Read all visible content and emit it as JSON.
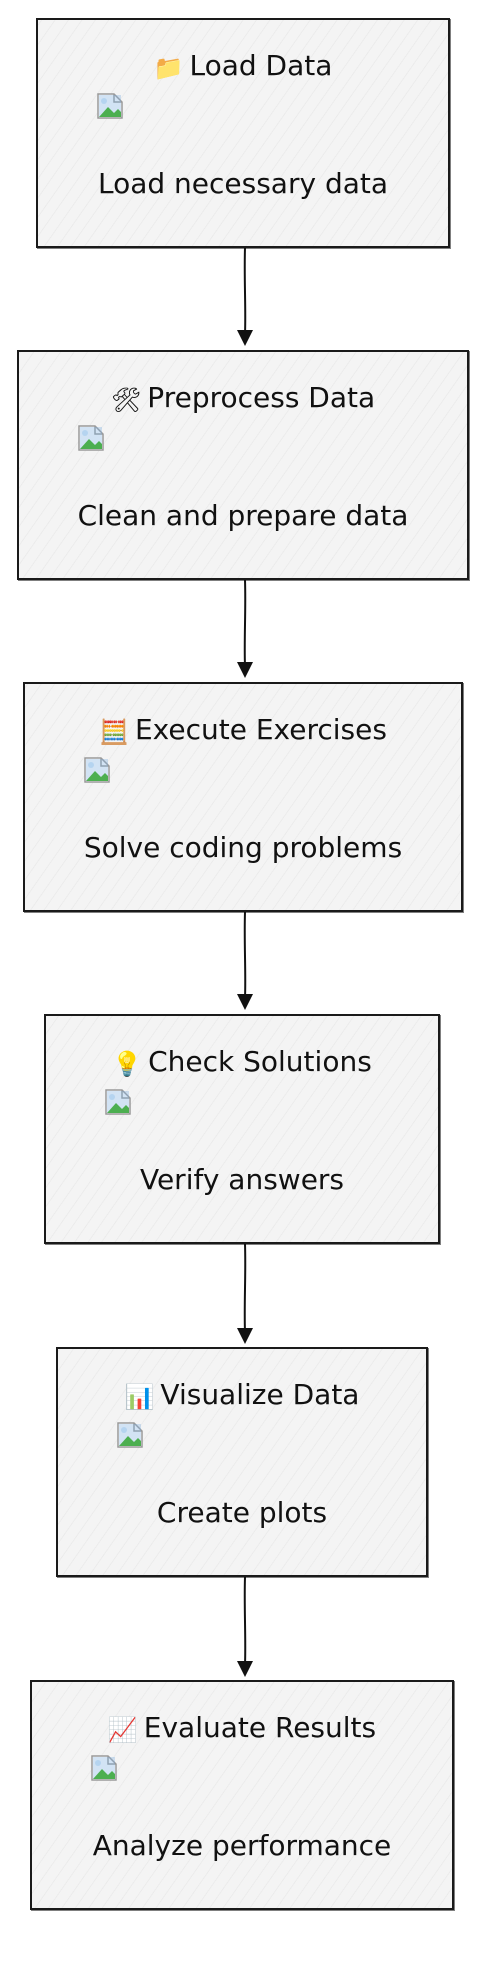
{
  "nodes": [
    {
      "icon": "📁",
      "icon_name": "folder-icon",
      "title": "Load Data",
      "description": "Load necessary data"
    },
    {
      "icon": "🛠",
      "icon_name": "tools-icon",
      "title": "Preprocess Data",
      "description": "Clean and prepare data"
    },
    {
      "icon": "🧮",
      "icon_name": "abacus-icon",
      "title": "Execute Exercises",
      "description": "Solve coding problems"
    },
    {
      "icon": "💡",
      "icon_name": "lightbulb-icon",
      "title": "Check Solutions",
      "description": "Verify answers"
    },
    {
      "icon": "📊",
      "icon_name": "bar-chart-icon",
      "title": "Visualize Data",
      "description": "Create plots"
    },
    {
      "icon": "📈",
      "icon_name": "trend-chart-icon",
      "title": "Evaluate Results",
      "description": "Analyze performance"
    }
  ]
}
